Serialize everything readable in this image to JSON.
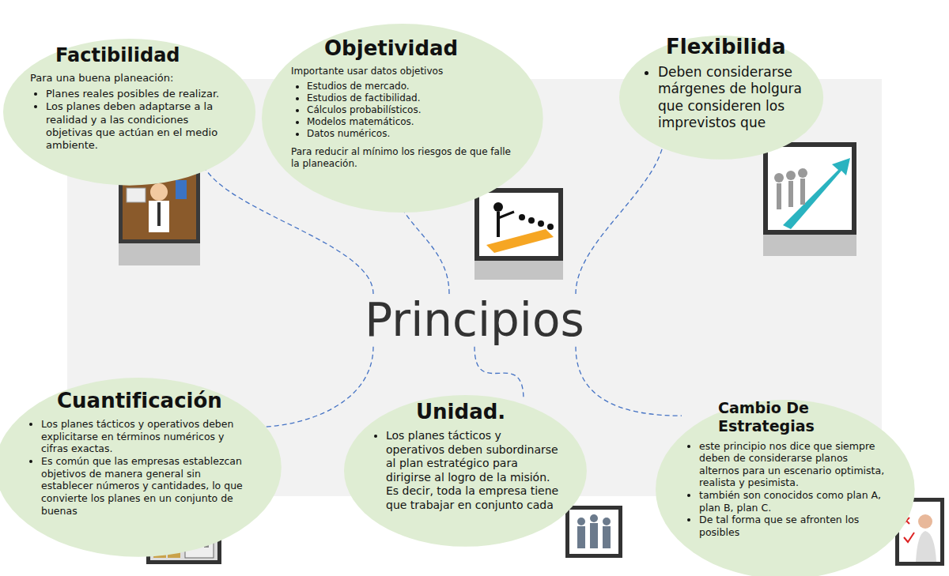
{
  "diagram": {
    "nodes": [
      {
        "text": [
          "Factibilidad",
          "Para una buena planeación:",
          "Planes reales posibles de realizar.",
          "Los planes deben adaptarse a la realidad y a las condiciones objetivas que actúan en el medio ambiente."
        ]
      },
      {
        "text": [
          "Objetividad",
          "Importante usar datos objetivos",
          "Estudios de mercado.",
          "Estudios de factibilidad.",
          "Cálculos probabilísticos.",
          "Modelos matemáticos.",
          "Datos numéricos.",
          "Para reducir al mínimo los riesgos de que falle la planeación."
        ]
      },
      {
        "text": [
          "Flexibilida",
          "Deben considerarse márgenes de holgura que consideren los imprevistos que"
        ]
      },
      {
        "text": [
          "Principios"
        ]
      },
      {
        "text": [
          "Cuantificación",
          "Los planes tácticos y operativos deben explicitarse en términos numéricos y cifras exactas.",
          "Es común que las empresas establezcan objetivos de manera general sin establecer números y cantidades, lo que convierte los planes en un conjunto de buenas"
        ]
      },
      {
        "text": [
          "Unidad.",
          "Los planes tácticos y operativos deben subordinarse al plan estratégico para dirigirse al logro de la misión.",
          "Es decir, toda la empresa tiene que trabajar en conjunto cada"
        ]
      },
      {
        "text": [
          "Cambio De Estrategias",
          "este principio nos dice que siempre deben de considerarse planos alternos para un escenario optimista, realista y pesimista.",
          "también son conocidos como plan A, plan B, plan C.",
          "De tal forma que se afronten los posibles"
        ]
      }
    ],
    "edges": [
      {
        "from": 3,
        "to": 0,
        "arrow": "none"
      },
      {
        "from": 3,
        "to": 1,
        "arrow": "none"
      },
      {
        "from": 3,
        "to": 2,
        "arrow": "none"
      },
      {
        "from": 3,
        "to": 4,
        "arrow": "none"
      },
      {
        "from": 3,
        "to": 5,
        "arrow": "none"
      },
      {
        "from": 3,
        "to": 6,
        "arrow": "none"
      }
    ]
  }
}
